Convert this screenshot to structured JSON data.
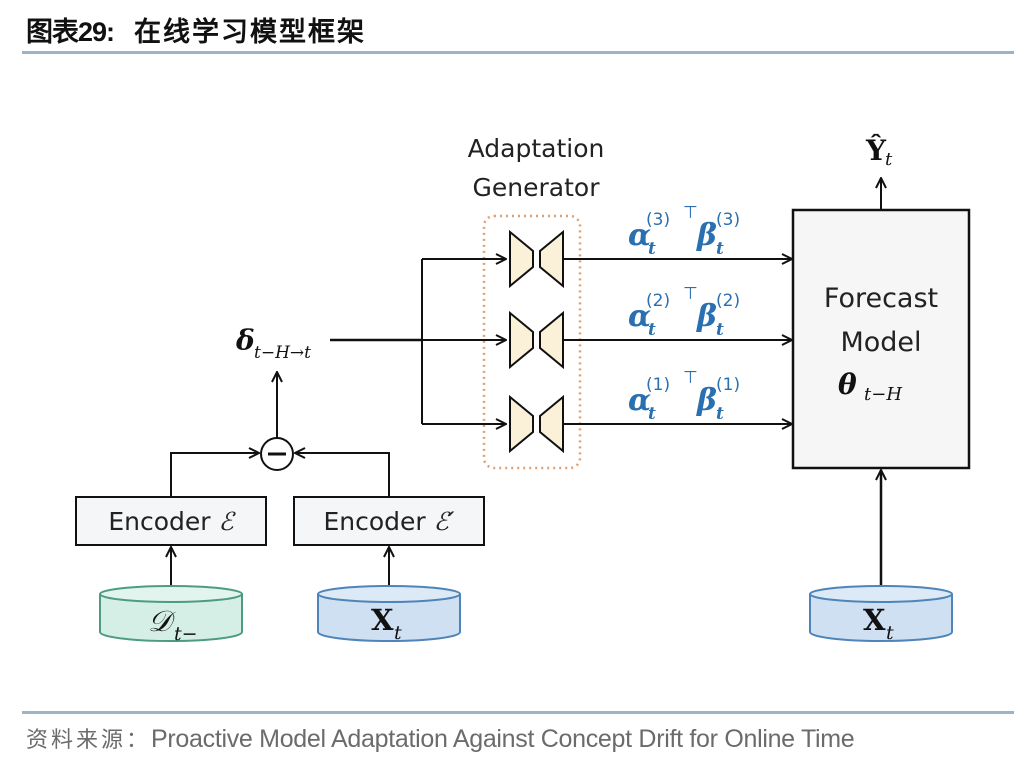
{
  "header": {
    "figure_label": "图表29:",
    "title": "在线学习模型框架"
  },
  "diagram": {
    "adaptation_generator": {
      "label_line1": "Adaptation",
      "label_line2": "Generator",
      "adapters": [
        {
          "index": "3",
          "alpha": "α",
          "beta": "β",
          "sub": "t",
          "sup": "(3)",
          "transpose": "⊤"
        },
        {
          "index": "2",
          "alpha": "α",
          "beta": "β",
          "sub": "t",
          "sup": "(2)",
          "transpose": "⊤"
        },
        {
          "index": "1",
          "alpha": "α",
          "beta": "β",
          "sub": "t",
          "sup": "(1)",
          "transpose": "⊤"
        }
      ]
    },
    "delta": {
      "symbol": "δ",
      "sub": "t−H→t"
    },
    "subtract_op": "−",
    "encoders": [
      {
        "label": "Encoder ",
        "symbol": "ℰ"
      },
      {
        "label": "Encoder ",
        "symbol": "ℰ′"
      }
    ],
    "inputs": [
      {
        "symbol": "𝒟",
        "sub": "t−",
        "color": "#d5efe6",
        "stroke": "#4e9b83"
      },
      {
        "symbol": "X",
        "sub": "t",
        "color": "#cfe0f3",
        "stroke": "#4f84b8"
      }
    ],
    "forecast_model": {
      "line1": "Forecast",
      "line2": "Model",
      "theta": "θ",
      "theta_sub": "t−H",
      "input": {
        "symbol": "X",
        "sub": "t"
      },
      "output": {
        "symbol": "Ŷ",
        "sub": "t"
      }
    },
    "colors": {
      "formula_blue": "#2a6fb0",
      "adapter_fill": "#fbf1d8",
      "dotted_border": "#e0a070",
      "model_fill": "#f6f6f6"
    }
  },
  "footer": {
    "source_label": "资料来源：",
    "source_text": "Proactive Model Adaptation Against Concept Drift for Online Time"
  }
}
